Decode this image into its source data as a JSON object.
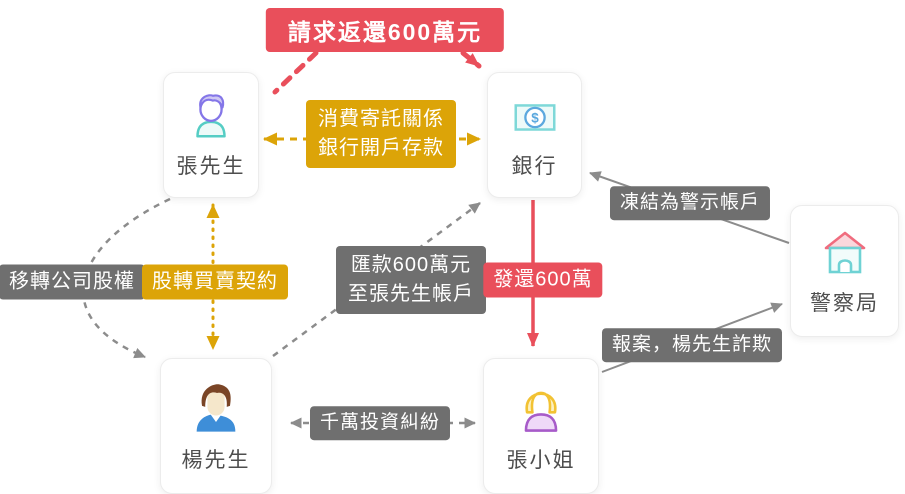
{
  "colors": {
    "red": "#E94F5B",
    "yellow": "#DCA408",
    "gray_label": "#6F6F6F",
    "line_gray": "#8C8C8C",
    "card_text": "#4E4E4E",
    "card_bg": "#FFFFFF"
  },
  "banner": {
    "text": "請求返還600萬元"
  },
  "nodes": {
    "zhang_mr": {
      "label": "張先生",
      "icon": "man-avatar-icon"
    },
    "bank": {
      "label": "銀行",
      "icon": "banknote-icon"
    },
    "yang_mr": {
      "label": "楊先生",
      "icon": "man-avatar-icon"
    },
    "zhang_ms": {
      "label": "張小姐",
      "icon": "woman-avatar-icon"
    },
    "police": {
      "label": "警察局",
      "icon": "police-station-icon"
    }
  },
  "edges": {
    "claim_zhang": {
      "from": "banner",
      "to": "zhang_mr",
      "style": "dashed",
      "color": "red",
      "arrowheads": "none"
    },
    "claim_bank": {
      "from": "banner",
      "to": "bank",
      "style": "dashed",
      "color": "red",
      "arrowheads": "end"
    },
    "consignment": {
      "between": [
        "zhang_mr",
        "bank"
      ],
      "line1": "消費寄託關係",
      "line2": "銀行開戶存款",
      "style": "dashed",
      "color": "yellow",
      "arrowheads": "both"
    },
    "equity_contract": {
      "between": [
        "zhang_mr",
        "yang_mr"
      ],
      "label": "股轉買賣契約",
      "style": "dotted",
      "color": "yellow",
      "arrowheads": "both"
    },
    "transfer_equity": {
      "from": "zhang_mr",
      "to": "yang_mr",
      "label": "移轉公司股權",
      "style": "dashed-curve",
      "color": "gray",
      "arrowheads": "end"
    },
    "remit": {
      "from": "yang_mr",
      "to": "bank",
      "line1": "匯款600萬元",
      "line2": "至張先生帳戶",
      "style": "dashed",
      "color": "gray",
      "arrowheads": "end"
    },
    "refund": {
      "from": "bank",
      "to": "zhang_ms",
      "label": "發還600萬",
      "style": "solid",
      "color": "red",
      "arrowheads": "end"
    },
    "freeze": {
      "from": "police",
      "to": "bank",
      "label": "凍結為警示帳戶",
      "style": "solid",
      "color": "gray",
      "arrowheads": "end"
    },
    "report": {
      "from": "zhang_ms",
      "to": "police",
      "label": "報案，楊先生詐欺",
      "style": "solid",
      "color": "gray",
      "arrowheads": "end"
    },
    "dispute": {
      "between": [
        "yang_mr",
        "zhang_ms"
      ],
      "label": "千萬投資糾紛",
      "style": "dashed",
      "color": "gray",
      "arrowheads": "both"
    }
  }
}
